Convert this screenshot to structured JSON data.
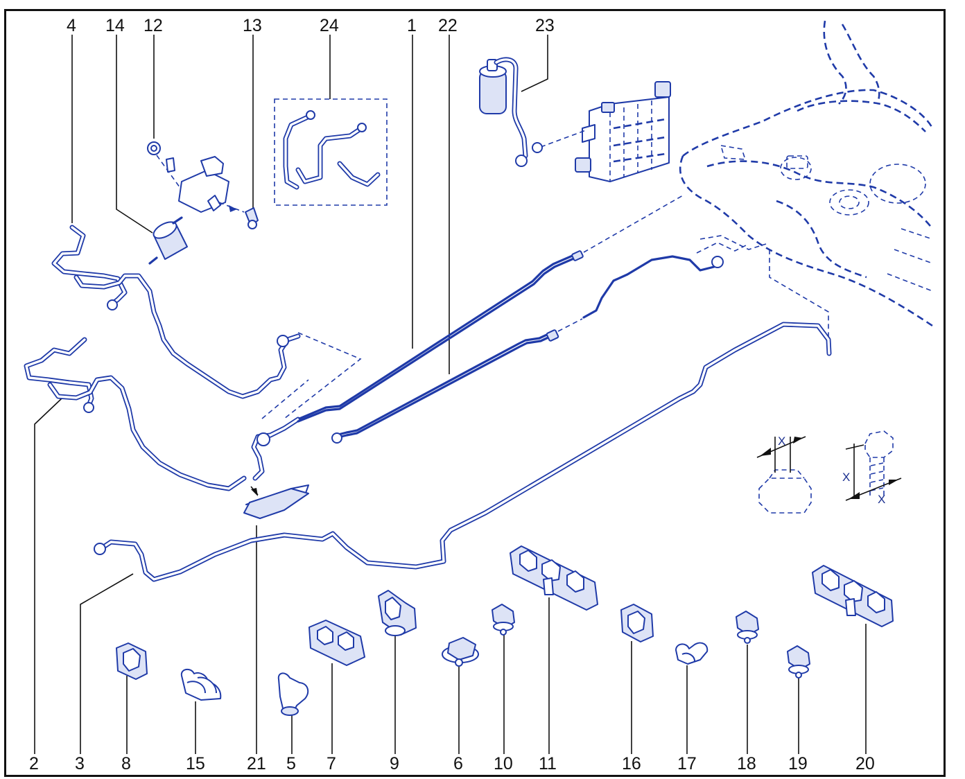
{
  "diagram": {
    "colors": {
      "line": "#1f3aa8",
      "label": "#111111",
      "frame": "#111111"
    },
    "labels_top": [
      "4",
      "14",
      "12",
      "13",
      "24",
      "1",
      "22",
      "23"
    ],
    "labels_bottom": [
      "2",
      "3",
      "8",
      "15",
      "21",
      "5",
      "7",
      "9",
      "6",
      "10",
      "11",
      "16",
      "17",
      "18",
      "19",
      "20"
    ],
    "dimension_labels": [
      "X",
      "X",
      "X"
    ]
  }
}
